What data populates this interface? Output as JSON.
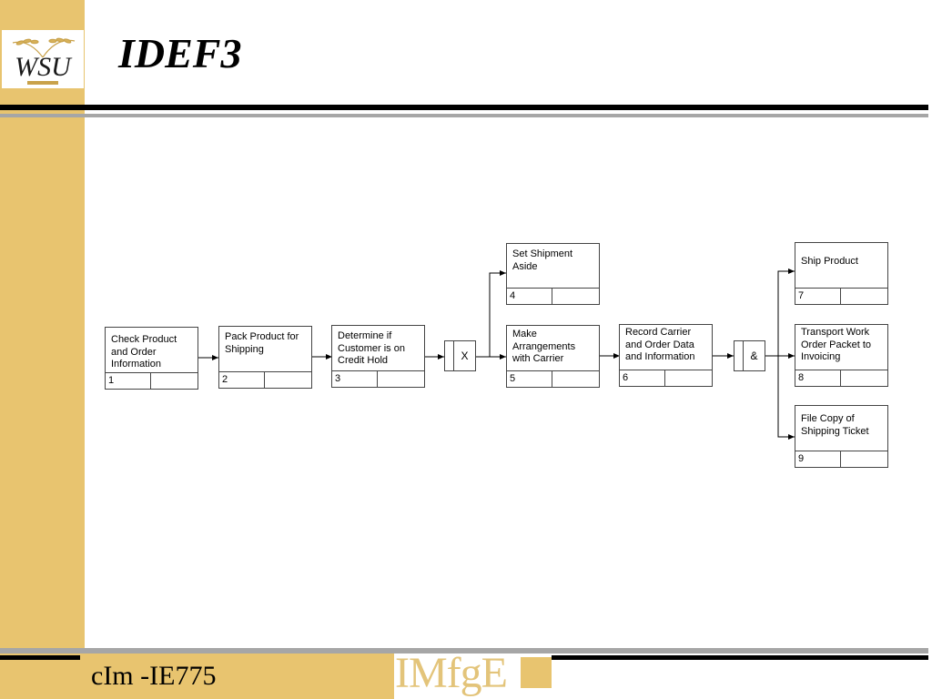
{
  "slide": {
    "title": "IDEF3",
    "footer_text": "cIm -IE775",
    "brand_text": "IMfgE",
    "logo_text": "WSU",
    "colors": {
      "accent": "#e8c46f",
      "rule": "#000000",
      "rule_gray": "#a6a6a6"
    }
  },
  "diagram": {
    "uobs": [
      {
        "number": "1",
        "label": "Check Product and Order Information"
      },
      {
        "number": "2",
        "label": "Pack Product for Shipping"
      },
      {
        "number": "3",
        "label": "Determine if Customer is on Credit Hold"
      },
      {
        "number": "4",
        "label": "Set Shipment Aside"
      },
      {
        "number": "5",
        "label": "Make Arrangements with Carrier"
      },
      {
        "number": "6",
        "label": "Record Carrier and Order Data and Information"
      },
      {
        "number": "7",
        "label": "Ship Product"
      },
      {
        "number": "8",
        "label": "Transport Work Order Packet to Invoicing"
      },
      {
        "number": "9",
        "label": "File Copy of Shipping Ticket"
      }
    ],
    "junctions": [
      {
        "symbol": "X"
      },
      {
        "symbol": "&"
      }
    ]
  }
}
